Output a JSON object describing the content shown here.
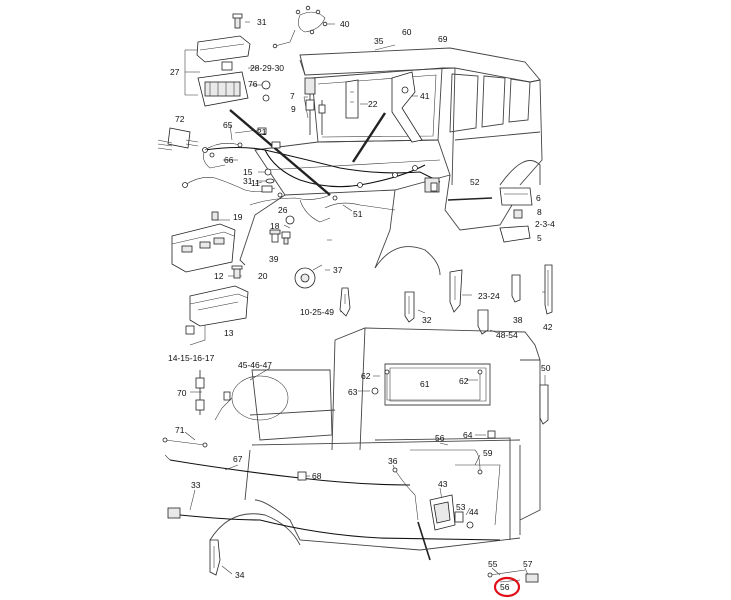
{
  "callouts": {
    "c1": "31",
    "c2": "40",
    "c3": "35",
    "c4": "60",
    "c5": "69",
    "c6": "27",
    "c7": "28-29-30",
    "c8": "76",
    "c9": "7",
    "c10": "22",
    "c11": "41",
    "c12": "72",
    "c13": "65",
    "c14": "21",
    "c15": "9",
    "c16": "66",
    "c17": "15",
    "c18": "31",
    "c19": "11",
    "c20": "26",
    "c21": "52",
    "c22": "6",
    "c23": "8",
    "c24": "2-3-4",
    "c25": "5",
    "c26": "19",
    "c27": "18",
    "c28": "51",
    "c29": "39",
    "c30": "37",
    "c31": "12",
    "c32": "20",
    "c33": "10-25-49",
    "c34": "32",
    "c35": "23-24",
    "c36": "38",
    "c37": "42",
    "c38": "48-54",
    "c39": "13",
    "c40": "14-15-16-17",
    "c41": "45-46-47",
    "c42": "62",
    "c43": "61",
    "c44": "62",
    "c45": "50",
    "c46": "63",
    "c47": "70",
    "c48": "64",
    "c49": "56",
    "c50": "71",
    "c51": "36",
    "c52": "59",
    "c53": "67",
    "c54": "68",
    "c55": "43",
    "c56": "33",
    "c57": "53",
    "c58": "44",
    "c59": "34",
    "c60": "55",
    "c61": "57",
    "c62": "56"
  },
  "colors": {
    "highlight_ring": "#e0101a"
  }
}
